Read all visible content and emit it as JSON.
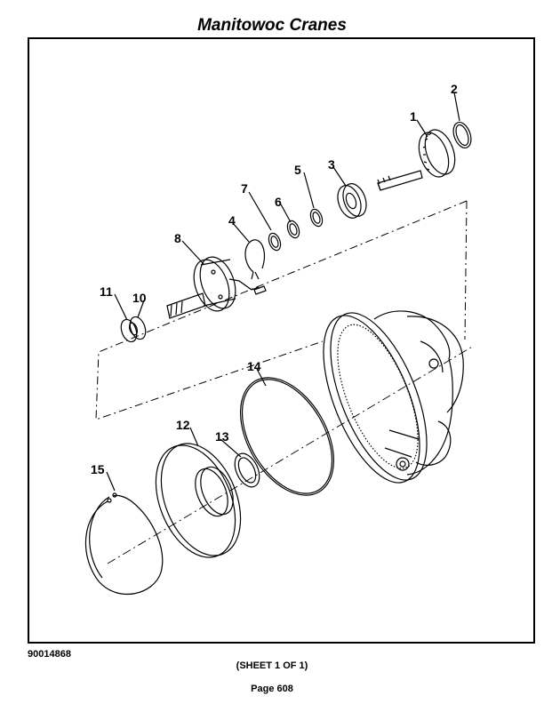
{
  "header": {
    "title": "Manitowoc Cranes"
  },
  "diagram": {
    "callouts": [
      "1",
      "2",
      "3",
      "4",
      "5",
      "6",
      "7",
      "8",
      "10",
      "11",
      "12",
      "13",
      "14",
      "15"
    ]
  },
  "footer": {
    "drawing_number": "90014868",
    "sheet": "(SHEET 1 OF 1)",
    "page": "Page 608"
  }
}
